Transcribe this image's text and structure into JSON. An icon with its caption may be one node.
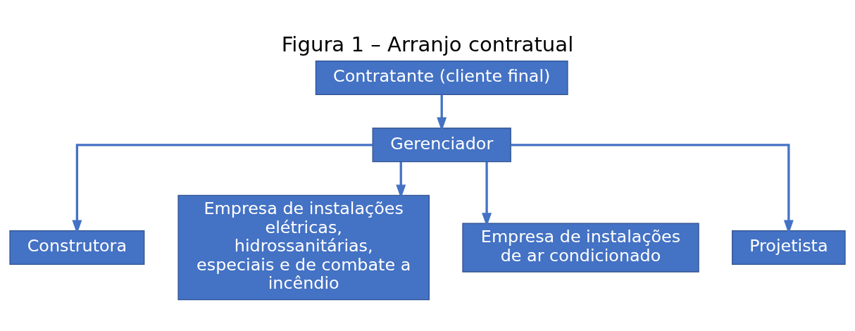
{
  "diagram": {
    "title": "Figura 1 – Arranjo contratual",
    "nodes": [
      {
        "text": [
          "Contratante (cliente final)"
        ]
      },
      {
        "text": [
          "Gerenciador"
        ]
      },
      {
        "text": [
          "Construtora"
        ]
      },
      {
        "text": [
          "Empresa de instalações elétricas, hidrossanitárias, especiais e de combate a incêndio"
        ]
      },
      {
        "text": [
          "Empresa de instalações de ar condicionado"
        ]
      },
      {
        "text": [
          "Projetista"
        ]
      }
    ],
    "edges": [
      {
        "from": 0,
        "to": 1,
        "arrow": "to"
      },
      {
        "from": 1,
        "to": 2,
        "arrow": "to"
      },
      {
        "from": 1,
        "to": 3,
        "arrow": "to"
      },
      {
        "from": 1,
        "to": 4,
        "arrow": "to"
      },
      {
        "from": 1,
        "to": 5,
        "arrow": "to"
      }
    ]
  }
}
